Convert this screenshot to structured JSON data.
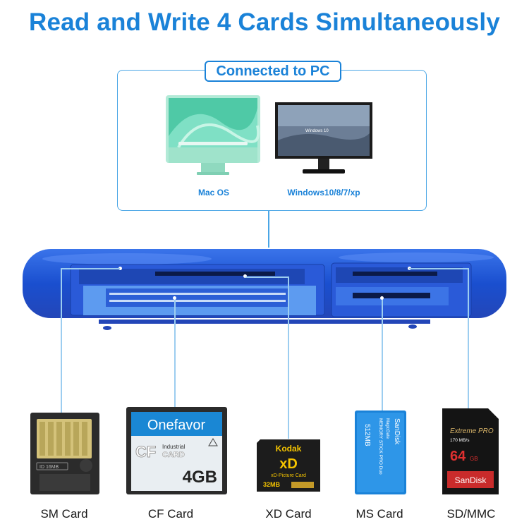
{
  "headline": "Read and Write 4 Cards Simultaneously",
  "connected_badge": "Connected to PC",
  "computers": [
    {
      "os_label": "Mac OS"
    },
    {
      "os_label": "Windows10/8/7/xp",
      "screen_text": "Windows 10"
    }
  ],
  "cards": [
    {
      "label": "SM Card",
      "chip_text": "ID 16MB"
    },
    {
      "label": "CF Card",
      "brand": "Onefavor",
      "type_text": "CF",
      "sub1": "Industrial",
      "sub2": "CARD",
      "capacity": "4GB"
    },
    {
      "label": "XD Card",
      "brand": "Kodak",
      "logo": "xD",
      "sub": "xD-Picture Card",
      "capacity": "32MB"
    },
    {
      "label": "MS Card",
      "brand": "SanDisk",
      "capacity": "512MB",
      "line1": "MEMORY STICK PRO Duo",
      "line2": "MagicGate"
    },
    {
      "label": "SD/MMC",
      "brand": "SanDisk",
      "series": "Extreme PRO",
      "speed": "170 MB/s",
      "capacity": "64",
      "unit": "GB",
      "bottom_brand": "SanDisk"
    }
  ],
  "colors": {
    "accent": "#1a82d8",
    "reader_body": "#1a4fcf"
  }
}
